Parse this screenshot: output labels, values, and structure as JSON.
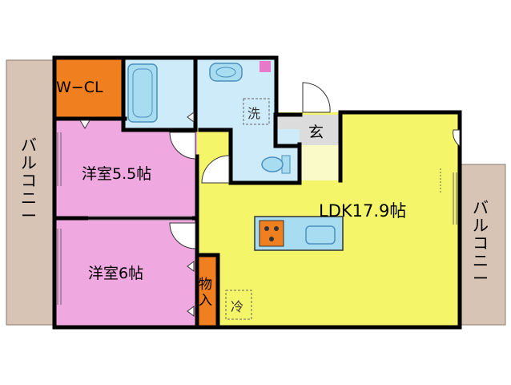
{
  "floorplan": {
    "rooms": {
      "walk_in_closet": {
        "label": "W−CL",
        "color": "#f07f1f"
      },
      "western_room_1": {
        "label": "洋室5.5帖",
        "color": "#f0a8e0"
      },
      "western_room_2": {
        "label": "洋室6帖",
        "color": "#f0a8e0"
      },
      "ldk": {
        "label": "LDK17.9帖",
        "color": "#f5f56a"
      },
      "storage": {
        "label": "物入",
        "color": "#f07f1f"
      },
      "entrance": {
        "label": "玄",
        "color": "#dcdcdc"
      },
      "balcony_left": {
        "label": "バルコニー",
        "color": "#d8c4b4"
      },
      "balcony_right": {
        "label": "バルコニー",
        "color": "#d8c4b4"
      },
      "washroom_symbol": "洗",
      "fridge_symbol": "冷"
    },
    "colors": {
      "wet_area": "#cdebf8",
      "wall": "#000000",
      "pale_yellow": "#fafac8",
      "fixture_blue": "#a8dcf0"
    }
  }
}
